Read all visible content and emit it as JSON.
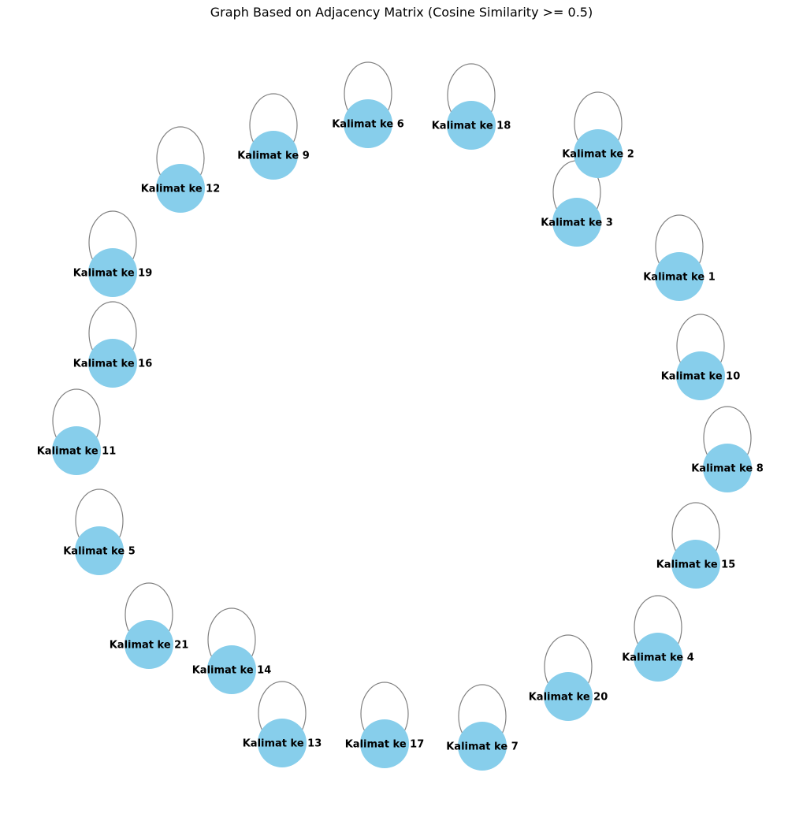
{
  "title": "Graph Based on Adjacency Matrix (Cosine Similarity >= 0.5)",
  "colors": {
    "node": "#87ceeb",
    "edge": "#808080",
    "label": "#000000"
  },
  "nodes": [
    "Kalimat ke 6",
    "Kalimat ke 18",
    "Kalimat ke 9",
    "Kalimat ke 2",
    "Kalimat ke 12",
    "Kalimat ke 3",
    "Kalimat ke 1",
    "Kalimat ke 19",
    "Kalimat ke 16",
    "Kalimat ke 10",
    "Kalimat ke 11",
    "Kalimat ke 8",
    "Kalimat ke 5",
    "Kalimat ke 15",
    "Kalimat ke 21",
    "Kalimat ke 4",
    "Kalimat ke 14",
    "Kalimat ke 20",
    "Kalimat ke 13",
    "Kalimat ke 17",
    "Kalimat ke 7"
  ],
  "edges": "self-loop on every node"
}
